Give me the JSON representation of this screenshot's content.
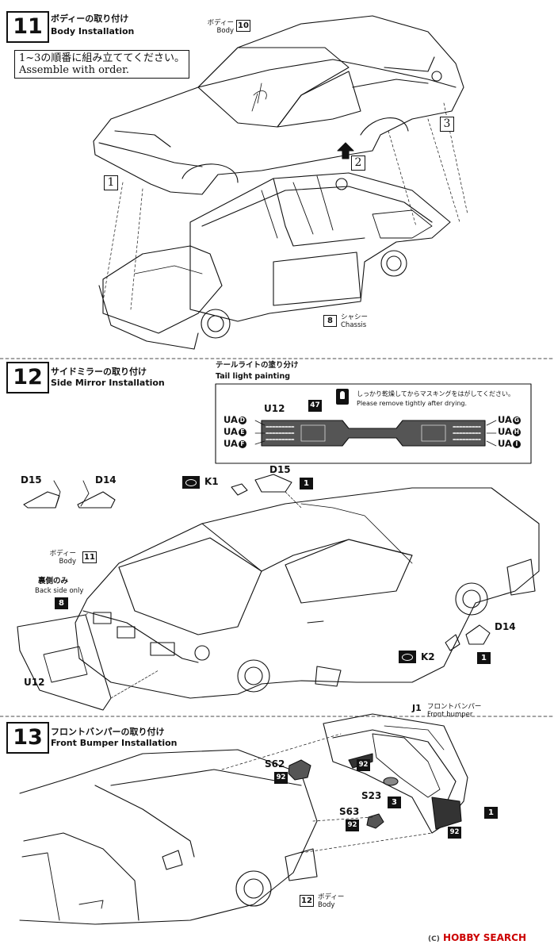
{
  "step11": {
    "number": "11",
    "title_jp": "ボディーの取り付け",
    "title_en": "Body Installation",
    "note_jp": "1~3の順番に組み立ててください。",
    "note_en": "Assemble with order.",
    "order_marks": [
      "1",
      "2",
      "3"
    ],
    "body_jp": "ボディー",
    "body_en": "Body",
    "body_num": "10",
    "chassis_jp": "シャシー",
    "chassis_en": "Chassis",
    "chassis_num": "8"
  },
  "step12": {
    "number": "12",
    "title_jp": "サイドミラーの取り付け",
    "title_en": "Side Mirror Installation",
    "tail_title_jp": "テールライトの塗り分け",
    "tail_title_en": "Tail light painting",
    "dry_note_jp": "しっかり乾燥してからマスキングをはがしてください。",
    "dry_note_en": "Please remove tightly after drying.",
    "paint_u12": "U12",
    "paint_num": "47",
    "ua_left": [
      {
        "prefix": "UA",
        "code": "D"
      },
      {
        "prefix": "UA",
        "code": "E"
      },
      {
        "prefix": "UA",
        "code": "F"
      }
    ],
    "ua_right": [
      {
        "prefix": "UA",
        "code": "G"
      },
      {
        "prefix": "UA",
        "code": "H"
      },
      {
        "prefix": "UA",
        "code": "I"
      }
    ],
    "d15": "D15",
    "d14": "D14",
    "k1": "K1",
    "k2": "K2",
    "d15_top": "D15",
    "d14_side": "D14",
    "part_num_1": "1",
    "body_jp": "ボディー",
    "body_en": "Body",
    "body_num": "11",
    "back_jp": "裏側のみ",
    "back_en": "Back side only",
    "back_num": "8",
    "u12": "U12"
  },
  "step13": {
    "number": "13",
    "title_jp": "フロントバンパーの取り付け",
    "title_en": "Front Bumper Installation",
    "j1": "J1",
    "j1_jp": "フロントバンパー",
    "j1_en": "Front bumper",
    "s62": "S62",
    "s23": "S23",
    "s63": "S63",
    "num_92": "92",
    "num_3": "3",
    "num_1": "1",
    "body_jp": "ボディー",
    "body_en": "Body",
    "body_num": "12"
  },
  "watermark": "HOBBY SEARCH",
  "watermark_copy": "(C)"
}
